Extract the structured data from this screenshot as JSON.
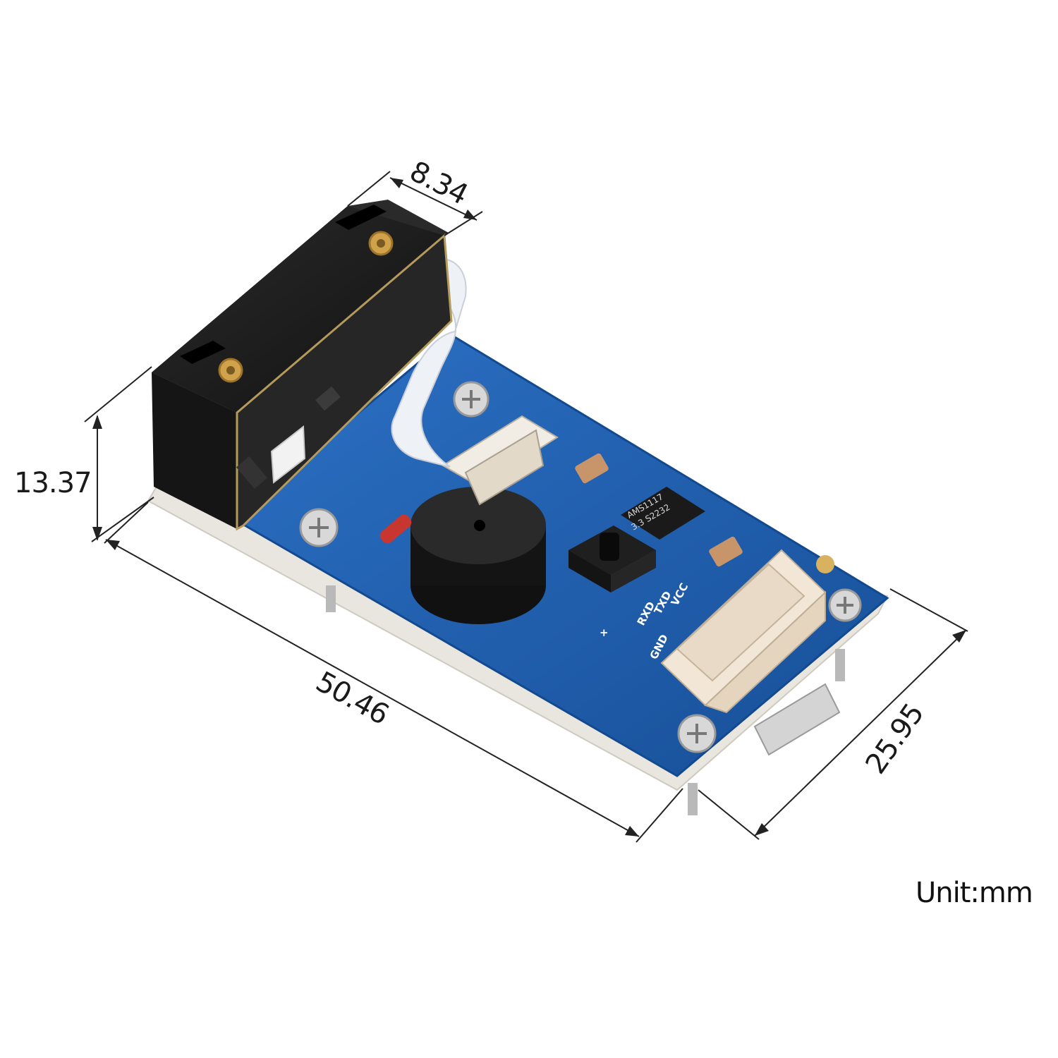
{
  "dimensions": {
    "depth": "8.34",
    "height": "13.37",
    "length": "50.46",
    "width": "25.95"
  },
  "unit_label": "Unit:mm",
  "board_labels": {
    "vcc": "VCC",
    "txd": "TXD",
    "rxd": "RXD",
    "gnd": "GND",
    "plus": "+"
  },
  "chip_marking": {
    "line1": "AMS1117",
    "line2": "3.3 S2232"
  },
  "colors": {
    "pcb_blue": "#1f5fb0",
    "scanner_black": "#1c1c1c",
    "connector_beige": "#efe3d3",
    "ribbon_white": "#eef1f6"
  }
}
